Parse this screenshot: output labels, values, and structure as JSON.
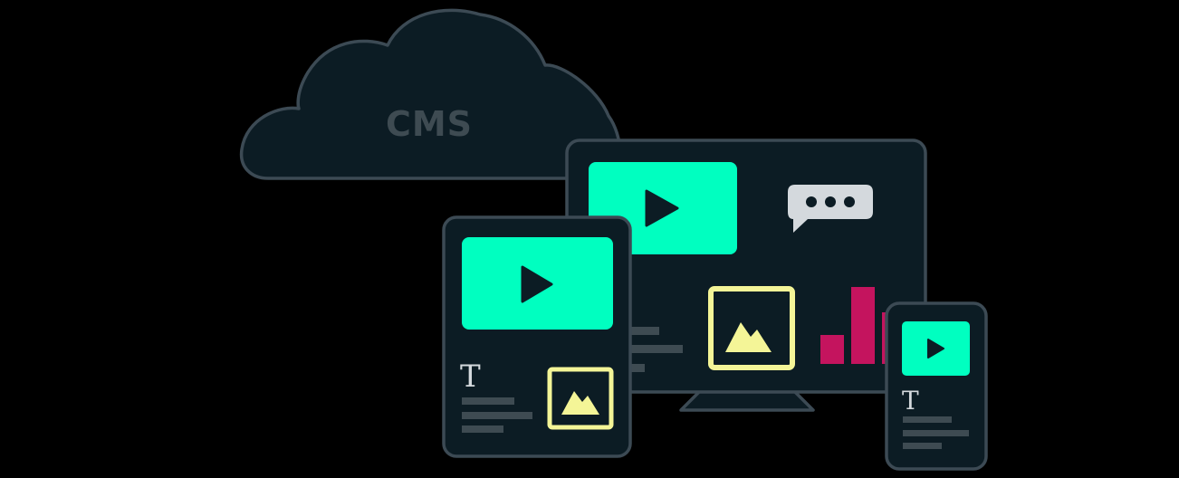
{
  "cloud": {
    "label": "CMS"
  },
  "devices": {
    "tablet": {
      "text_glyph": "T"
    },
    "phone": {
      "text_glyph": "T"
    }
  },
  "icons": [
    "cloud-icon",
    "play-icon",
    "image-icon",
    "chat-bubble-icon",
    "bar-chart-icon",
    "text-glyph-icon"
  ],
  "colors": {
    "background": "#000000",
    "device_fill": "#0c1c24",
    "device_stroke": "#3c4a54",
    "video_accent": "#00ffc0",
    "image_frame": "#f4f597",
    "chart_bars": "#c4145e",
    "chat_bubble": "#d4d9dd",
    "text_lines": "#3e4b52",
    "cms_label": "#3e4b52"
  }
}
